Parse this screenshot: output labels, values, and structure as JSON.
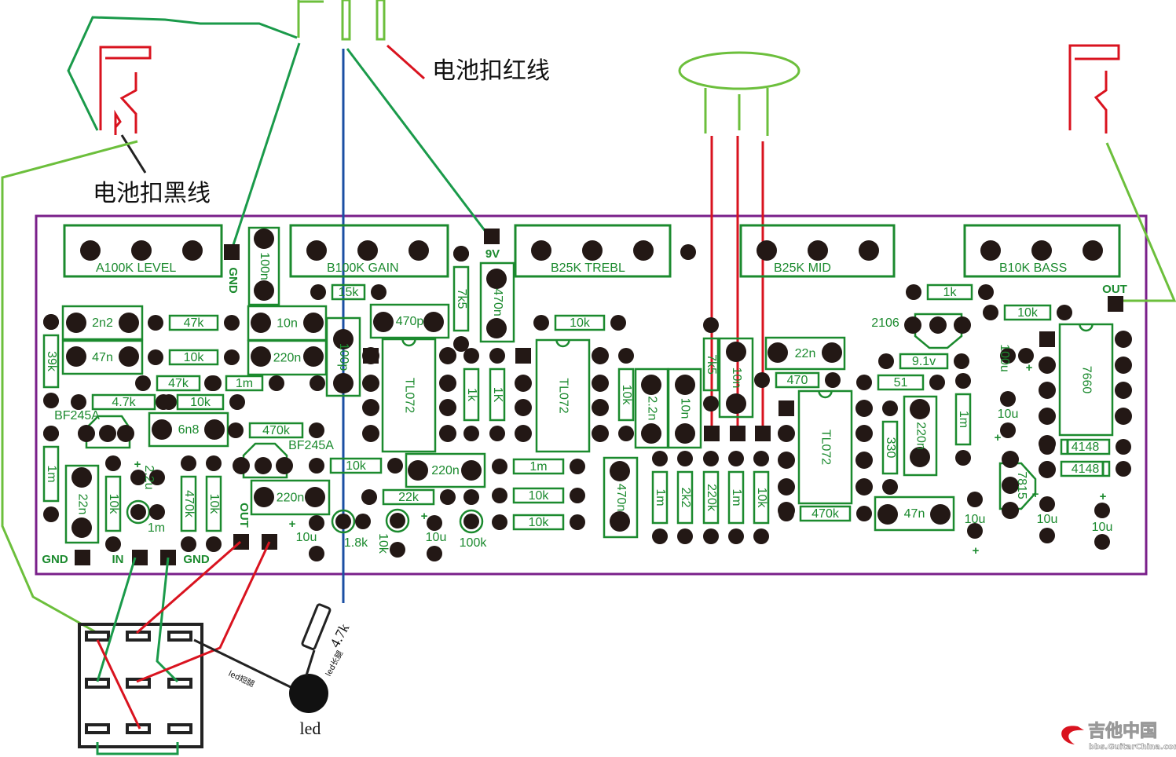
{
  "annotations": {
    "battery_red": "电池扣红线",
    "battery_black": "电池扣黑线",
    "led_label": "led",
    "led_short_leg": "led短腿",
    "led_long_leg": "led长腿",
    "led_resistor": "4.7k"
  },
  "colors": {
    "board_outline": "#7a1f8a",
    "silkscreen": "#1b8a2e",
    "pad": "#231815",
    "wire_red": "#d9131f",
    "wire_green": "#1a9a4a",
    "wire_light_green": "#6cbf3c",
    "wire_blue": "#1b4fa3"
  },
  "pots": [
    {
      "model": "A100K",
      "name": "LEVEL"
    },
    {
      "model": "B100K",
      "name": "GAIN"
    },
    {
      "model": "B25K",
      "name": "TREBL"
    },
    {
      "model": "B25K",
      "name": "MID"
    },
    {
      "model": "B10K",
      "name": "BASS"
    }
  ],
  "pads": {
    "gnd_top": "GND",
    "v9": "9V",
    "out_right": "OUT",
    "gnd_left": "GND",
    "in": "IN",
    "gnd_bottom": "GND",
    "out_bottom": "OUT"
  },
  "parts": {
    "c_100n_top": "100n",
    "r_15k": "15k",
    "r_7k5_a": "7k5",
    "c_470n_a": "470n",
    "c_2n2": "2n2",
    "r_47k_a": "47k",
    "c_10n_a": "10n",
    "c_470p": "470p",
    "r_10k_top": "10k",
    "c_47n_a": "47n",
    "r_10k_b": "10k",
    "c_220n_a": "220n",
    "c_100p": "100p",
    "r_39k": "39k",
    "r_47k_b": "47k",
    "r_1m_a": "1m",
    "r_4k7": "4.7k",
    "r_10k_c": "10k",
    "q1": "BF245A",
    "c_6n8": "6n8",
    "r_470k_a": "470k",
    "q2": "BF245A",
    "r_1m_b": "1m",
    "c_22n_a": "22n",
    "r_10k_d": "10k",
    "c_2u2": "2.2u",
    "trim_1m": "1m",
    "r_470k_b": "470k",
    "r_10k_e": "10k",
    "c_220n_b": "220n",
    "c_10u_a": "10u",
    "r_10k_f": "10k",
    "c_220n_c": "220n",
    "r_22k": "22k",
    "trim_1k8": "1.8k",
    "trim_10k": "10k",
    "c_10u_b": "10u",
    "trim_100k": "100k",
    "ic1": "TL072",
    "r_1k_a": "1k",
    "r_1k_b": "1K",
    "ic2": "TL072",
    "r_10k_g": "10k",
    "r_1m_c": "1m",
    "r_10k_h": "10k",
    "r_10k_i": "10k",
    "c_470n_b": "470n",
    "c_2n2_b": "2.2n",
    "c_10n_b": "10n",
    "r_7k5_b": "7k5",
    "c_10n_c": "10n",
    "r_1m_d": "1m",
    "r_2k2": "2k2",
    "r_220k": "220k",
    "r_1m_e": "1m",
    "r_10k_j": "10k",
    "c_22n_b": "22n",
    "r_470": "470",
    "ic3": "TL072",
    "r_470k_c": "470k",
    "q3": "2106",
    "z_9v1": "9.1v",
    "r_51": "51",
    "r_330": "330",
    "c_220n_d": "220n",
    "c_47n_b": "47n",
    "c_10u_c": "10u",
    "r_1k_c": "1k",
    "r_10k_k": "10k",
    "c_100u": "100u",
    "r_1m_f": "1m",
    "c_10u_d": "10u",
    "reg": "7815",
    "c_10u_e": "10u",
    "ic4": "7660",
    "d1": "4148",
    "d2": "4148",
    "c_10u_f": "10u"
  },
  "watermark": {
    "title": "吉他中国",
    "url": "bbs.GuitarChina.com"
  }
}
